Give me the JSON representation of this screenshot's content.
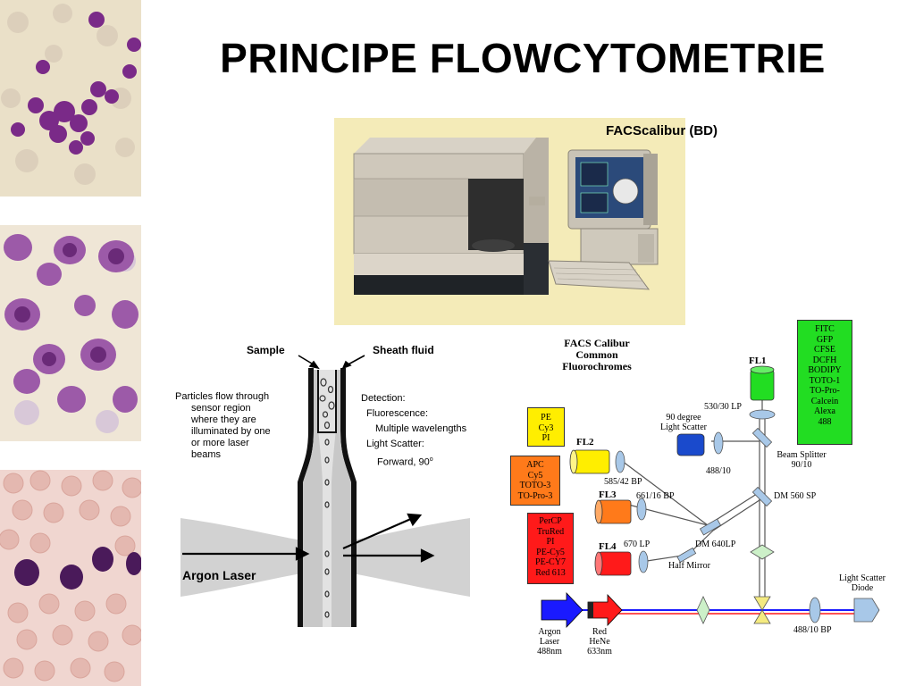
{
  "slide": {
    "title": "PRINCIPE FLOWCYTOMETRIE"
  },
  "photo": {
    "caption": "FACScalibur (BD)"
  },
  "flow_cell": {
    "sample_label": "Sample",
    "sheath_label": "Sheath fluid",
    "particles_text": [
      "Particles flow through",
      "sensor region",
      "where they are",
      "illuminated by one",
      "or more laser",
      "beams"
    ],
    "detection_text": [
      "Detection:",
      "Fluorescence:",
      "Multiple wavelengths",
      "Light Scatter:",
      "Forward, 90"
    ],
    "degree_symbol": "o",
    "laser_label": "Argon Laser"
  },
  "facs_diagram": {
    "title_line1": "FACS Calibur",
    "title_line2": "Common Fluorochromes",
    "fl1_label": "FL1",
    "fl2_label": "FL2",
    "fl3_label": "FL3",
    "fl4_label": "FL4",
    "filter_530": "530/30 LP",
    "filter_585": "585/42 BP",
    "filter_661": "661/16 BP",
    "filter_670": "670 LP",
    "filter_488_10": "488/10",
    "filter_488_10_bp": "488/10 BP",
    "scatter_90_line1": "90 degree",
    "scatter_90_line2": "Light Scatter",
    "beam_splitter_line1": "Beam Splitter",
    "beam_splitter_line2": "90/10",
    "dm560": "DM 560 SP",
    "dm640": "DM 640LP",
    "half_mirror": "Half Mirror",
    "light_scatter_diode_line1": "Light Scatter",
    "light_scatter_diode_line2": "Diode",
    "argon_line1": "Argon",
    "argon_line2": "Laser",
    "argon_line3": "488nm",
    "red_line1": "Red",
    "red_line2": "HeNe",
    "red_line3": "633nm",
    "fl1_dyes": [
      "FITC",
      "GFP",
      "CFSE",
      "DCFH",
      "BODIPY",
      "TOTO-1",
      "TO-Pro-",
      "Calcein",
      "Alexa",
      "488"
    ],
    "fl2_dyes": [
      "PE",
      "Cy3",
      "PI"
    ],
    "fl3a_dyes": [
      "APC",
      "Cy5",
      "TOTO-3",
      "TO-Pro-3"
    ],
    "fl3b_dyes": [
      "PerCP",
      "TruRed",
      "PI",
      "PE-Cy5",
      "PE-CY7",
      "Red 613"
    ],
    "colors": {
      "fl1_box": "#22dd22",
      "fl2_box": "#ffee00",
      "fl3a_box": "#ff7a1a",
      "fl3b_box": "#ff1a1a",
      "argon": "#1a1aff",
      "red": "#ff1a1a"
    }
  }
}
